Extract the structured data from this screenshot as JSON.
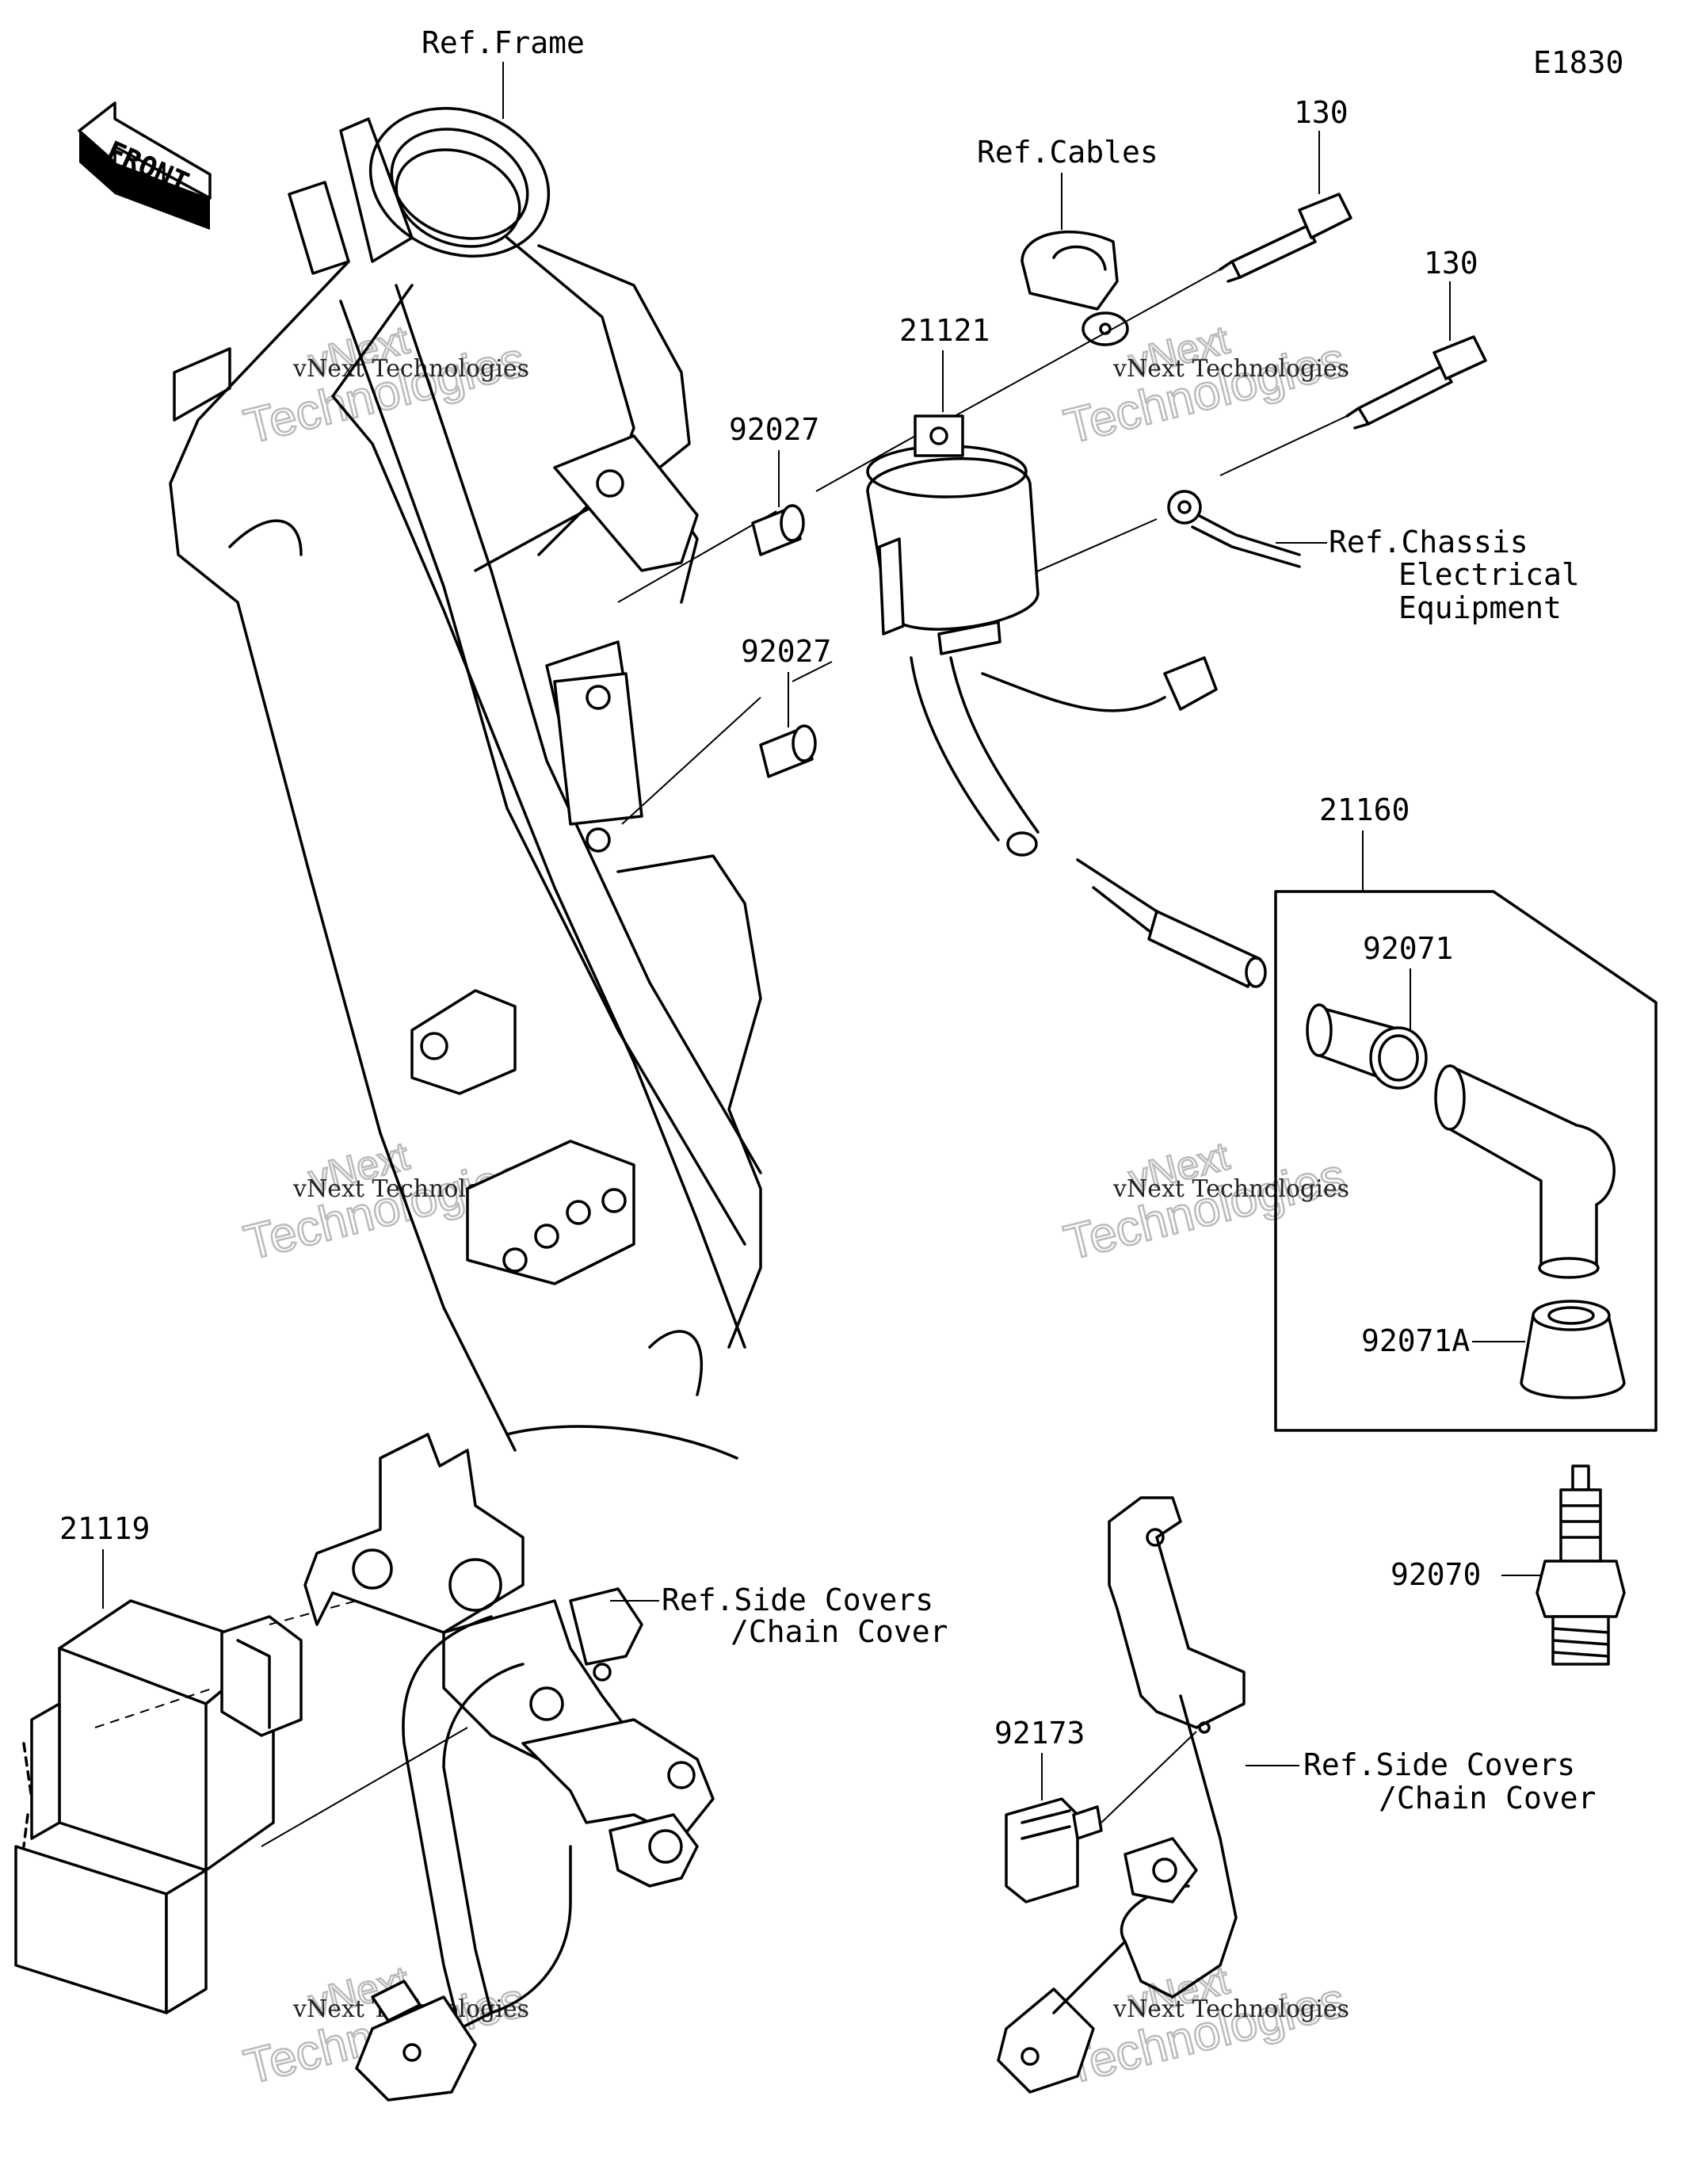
{
  "diagram_code": "E1830",
  "front_arrow": "FRONT",
  "callouts": {
    "ref_frame": "Ref.Frame",
    "ref_cables": "Ref.Cables",
    "bolt_upper": "130",
    "bolt_lower": "130",
    "coil": "21121",
    "collar_upper": "92027",
    "collar_lower": "92027",
    "ref_chassis_1": "Ref.Chassis",
    "ref_chassis_2": "Electrical",
    "ref_chassis_3": "Equipment",
    "cap_assy": "21160",
    "cap_part": "92071",
    "cap_seal": "92071A",
    "spark_plug": "92070",
    "ecu": "21119",
    "ref_side_left_1": "Ref.Side Covers",
    "ref_side_left_2": "/Chain Cover",
    "relay": "92173",
    "ref_side_right_1": "Ref.Side Covers",
    "ref_side_right_2": "/Chain Cover"
  },
  "watermark": {
    "small": "vNext Technologies",
    "line1": "vNext",
    "line2": "Technologies"
  }
}
